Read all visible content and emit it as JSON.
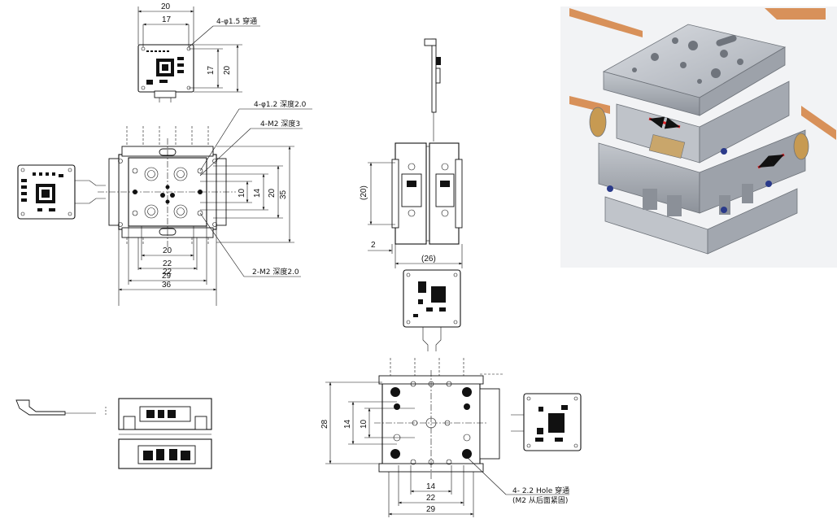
{
  "labels": {
    "top_view_width": "20",
    "top_view_hole_pitch": "17",
    "top_view_height_outer": "20",
    "top_view_height_inner": "17",
    "note_through_holes": "4-φ1.5 穿通",
    "note_pin_holes": "4-φ1.2 深度2.0",
    "note_m2_3": "4-M2 深度3",
    "note_m2_2": "2-M2 深度2.0",
    "main_inner_width": "20",
    "main_w22": "22",
    "main_w22b": "22",
    "main_w29": "29",
    "main_w36": "36",
    "main_h10": "10",
    "main_h14": "14",
    "main_h20": "20",
    "main_h35": "35",
    "side_height_ref": "(20)",
    "side_offset": "2",
    "side_depth_ref": "(26)",
    "bottom_h28": "28",
    "bottom_h14": "14",
    "bottom_h10": "10",
    "bottom_w14": "14",
    "bottom_w22": "22",
    "bottom_w29": "29",
    "note_mount_holes_line1": "4- 2.2 Hole 穿通",
    "note_mount_holes_line2": "(M2 从后面紧固)"
  },
  "colors": {
    "line": "#111111",
    "photo_metal": "#b9bdc4",
    "photo_flex": "#d8915a",
    "photo_arrow": "#e0262b"
  },
  "icons": {
    "photo_direction_arrows": "double-headed-arrow-icon"
  }
}
